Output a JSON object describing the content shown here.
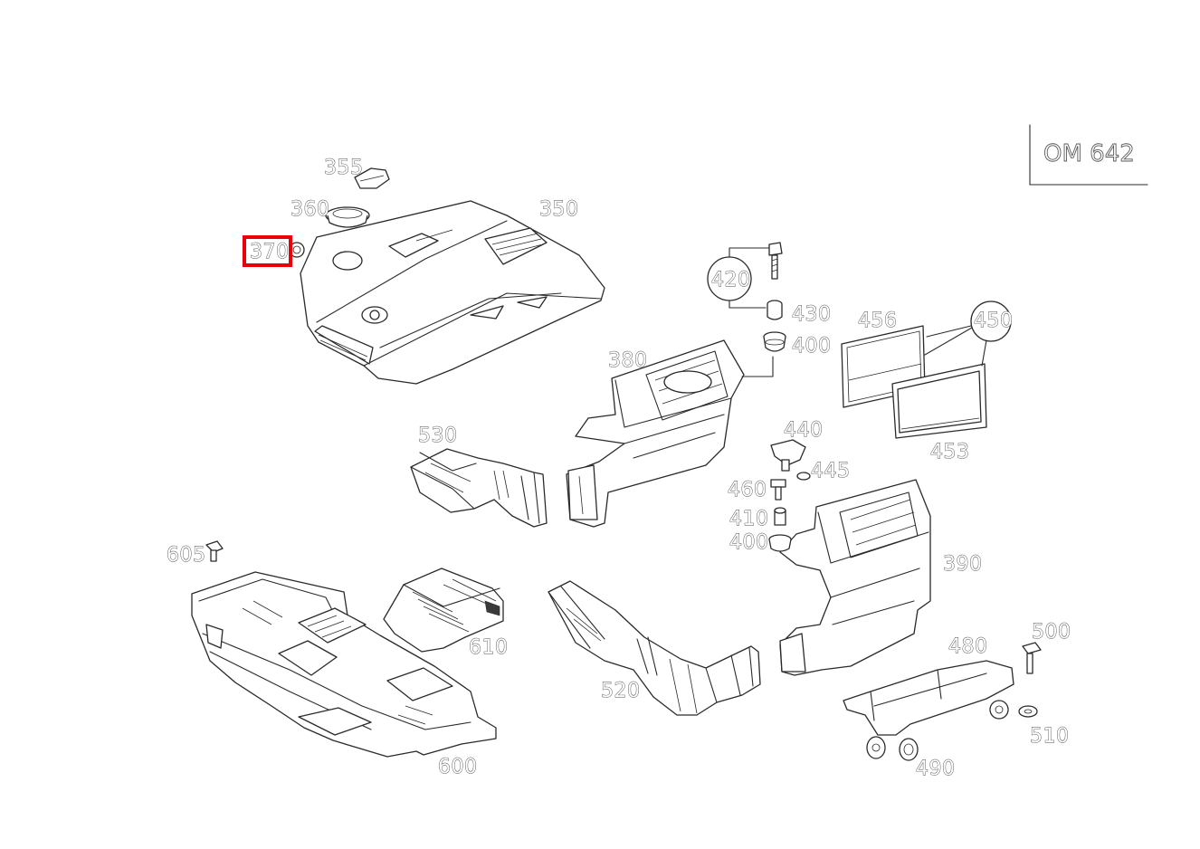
{
  "engine_code": "OM 642",
  "highlighted_part": "370",
  "highlight_color": "#e8000b",
  "labels": {
    "p350": "350",
    "p355": "355",
    "p360": "360",
    "p370": "370",
    "p380": "380",
    "p390": "390",
    "p400a": "400",
    "p400b": "400",
    "p410": "410",
    "p420": "420",
    "p430": "430",
    "p440": "440",
    "p445": "445",
    "p450": "450",
    "p453": "453",
    "p456": "456",
    "p460": "460",
    "p480": "480",
    "p490": "490",
    "p500": "500",
    "p510": "510",
    "p520": "520",
    "p530": "530",
    "p600": "600",
    "p605": "605",
    "p610": "610"
  }
}
